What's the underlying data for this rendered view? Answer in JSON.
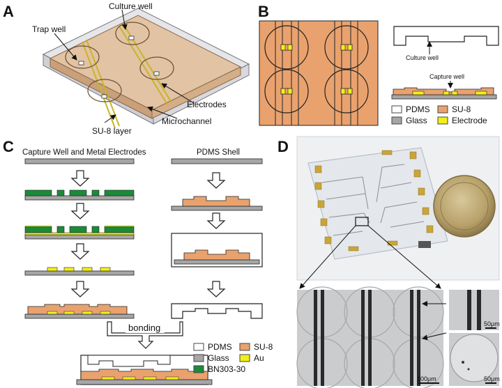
{
  "panels": {
    "a": {
      "letter": "A",
      "labels": {
        "culture_well": "Culture well",
        "trap_well": "Trap well",
        "electrodes": "Electrodes",
        "microchannel": "Microchannel",
        "su8_layer": "SU-8 layer"
      }
    },
    "b": {
      "letter": "B",
      "labels": {
        "culture_well": "Culture well",
        "capture_well": "Capture well"
      },
      "legend": [
        {
          "label": "PDMS",
          "color": "#ffffff"
        },
        {
          "label": "SU-8",
          "color": "#e9a26e"
        },
        {
          "label": "Glass",
          "color": "#a6a6a6"
        },
        {
          "label": "Electrode",
          "color": "#f2ef1a"
        }
      ]
    },
    "c": {
      "letter": "C",
      "left_title": "Capture Well and Metal Electrodes",
      "right_title": "PDMS Shell",
      "bonding_label": "bonding",
      "legend": [
        {
          "label": "PDMS",
          "color": "#ffffff"
        },
        {
          "label": "SU-8",
          "color": "#e9a26e"
        },
        {
          "label": "Glass",
          "color": "#a6a6a6"
        },
        {
          "label": "Au",
          "color": "#f2ef1a"
        },
        {
          "label": "BN303-30",
          "color": "#1b8a3b"
        }
      ]
    },
    "d": {
      "letter": "D",
      "scalebars": {
        "main": "100μm",
        "top_inset": "50μm",
        "bottom_inset": "50μm"
      }
    }
  },
  "colors": {
    "su8": "#e9a26e",
    "glass": "#a6a6a6",
    "gold": "#f2ef1a",
    "bn": "#1b8a3b",
    "pdms": "#ffffff"
  }
}
